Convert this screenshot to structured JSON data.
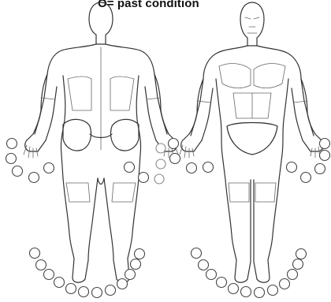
{
  "legend": {
    "text": "O= past condition"
  },
  "figures": [
    {
      "view": "back"
    },
    {
      "view": "front"
    }
  ],
  "colors": {
    "outline": "#333333",
    "marker_stroke": "#444444",
    "background": "#ffffff"
  }
}
